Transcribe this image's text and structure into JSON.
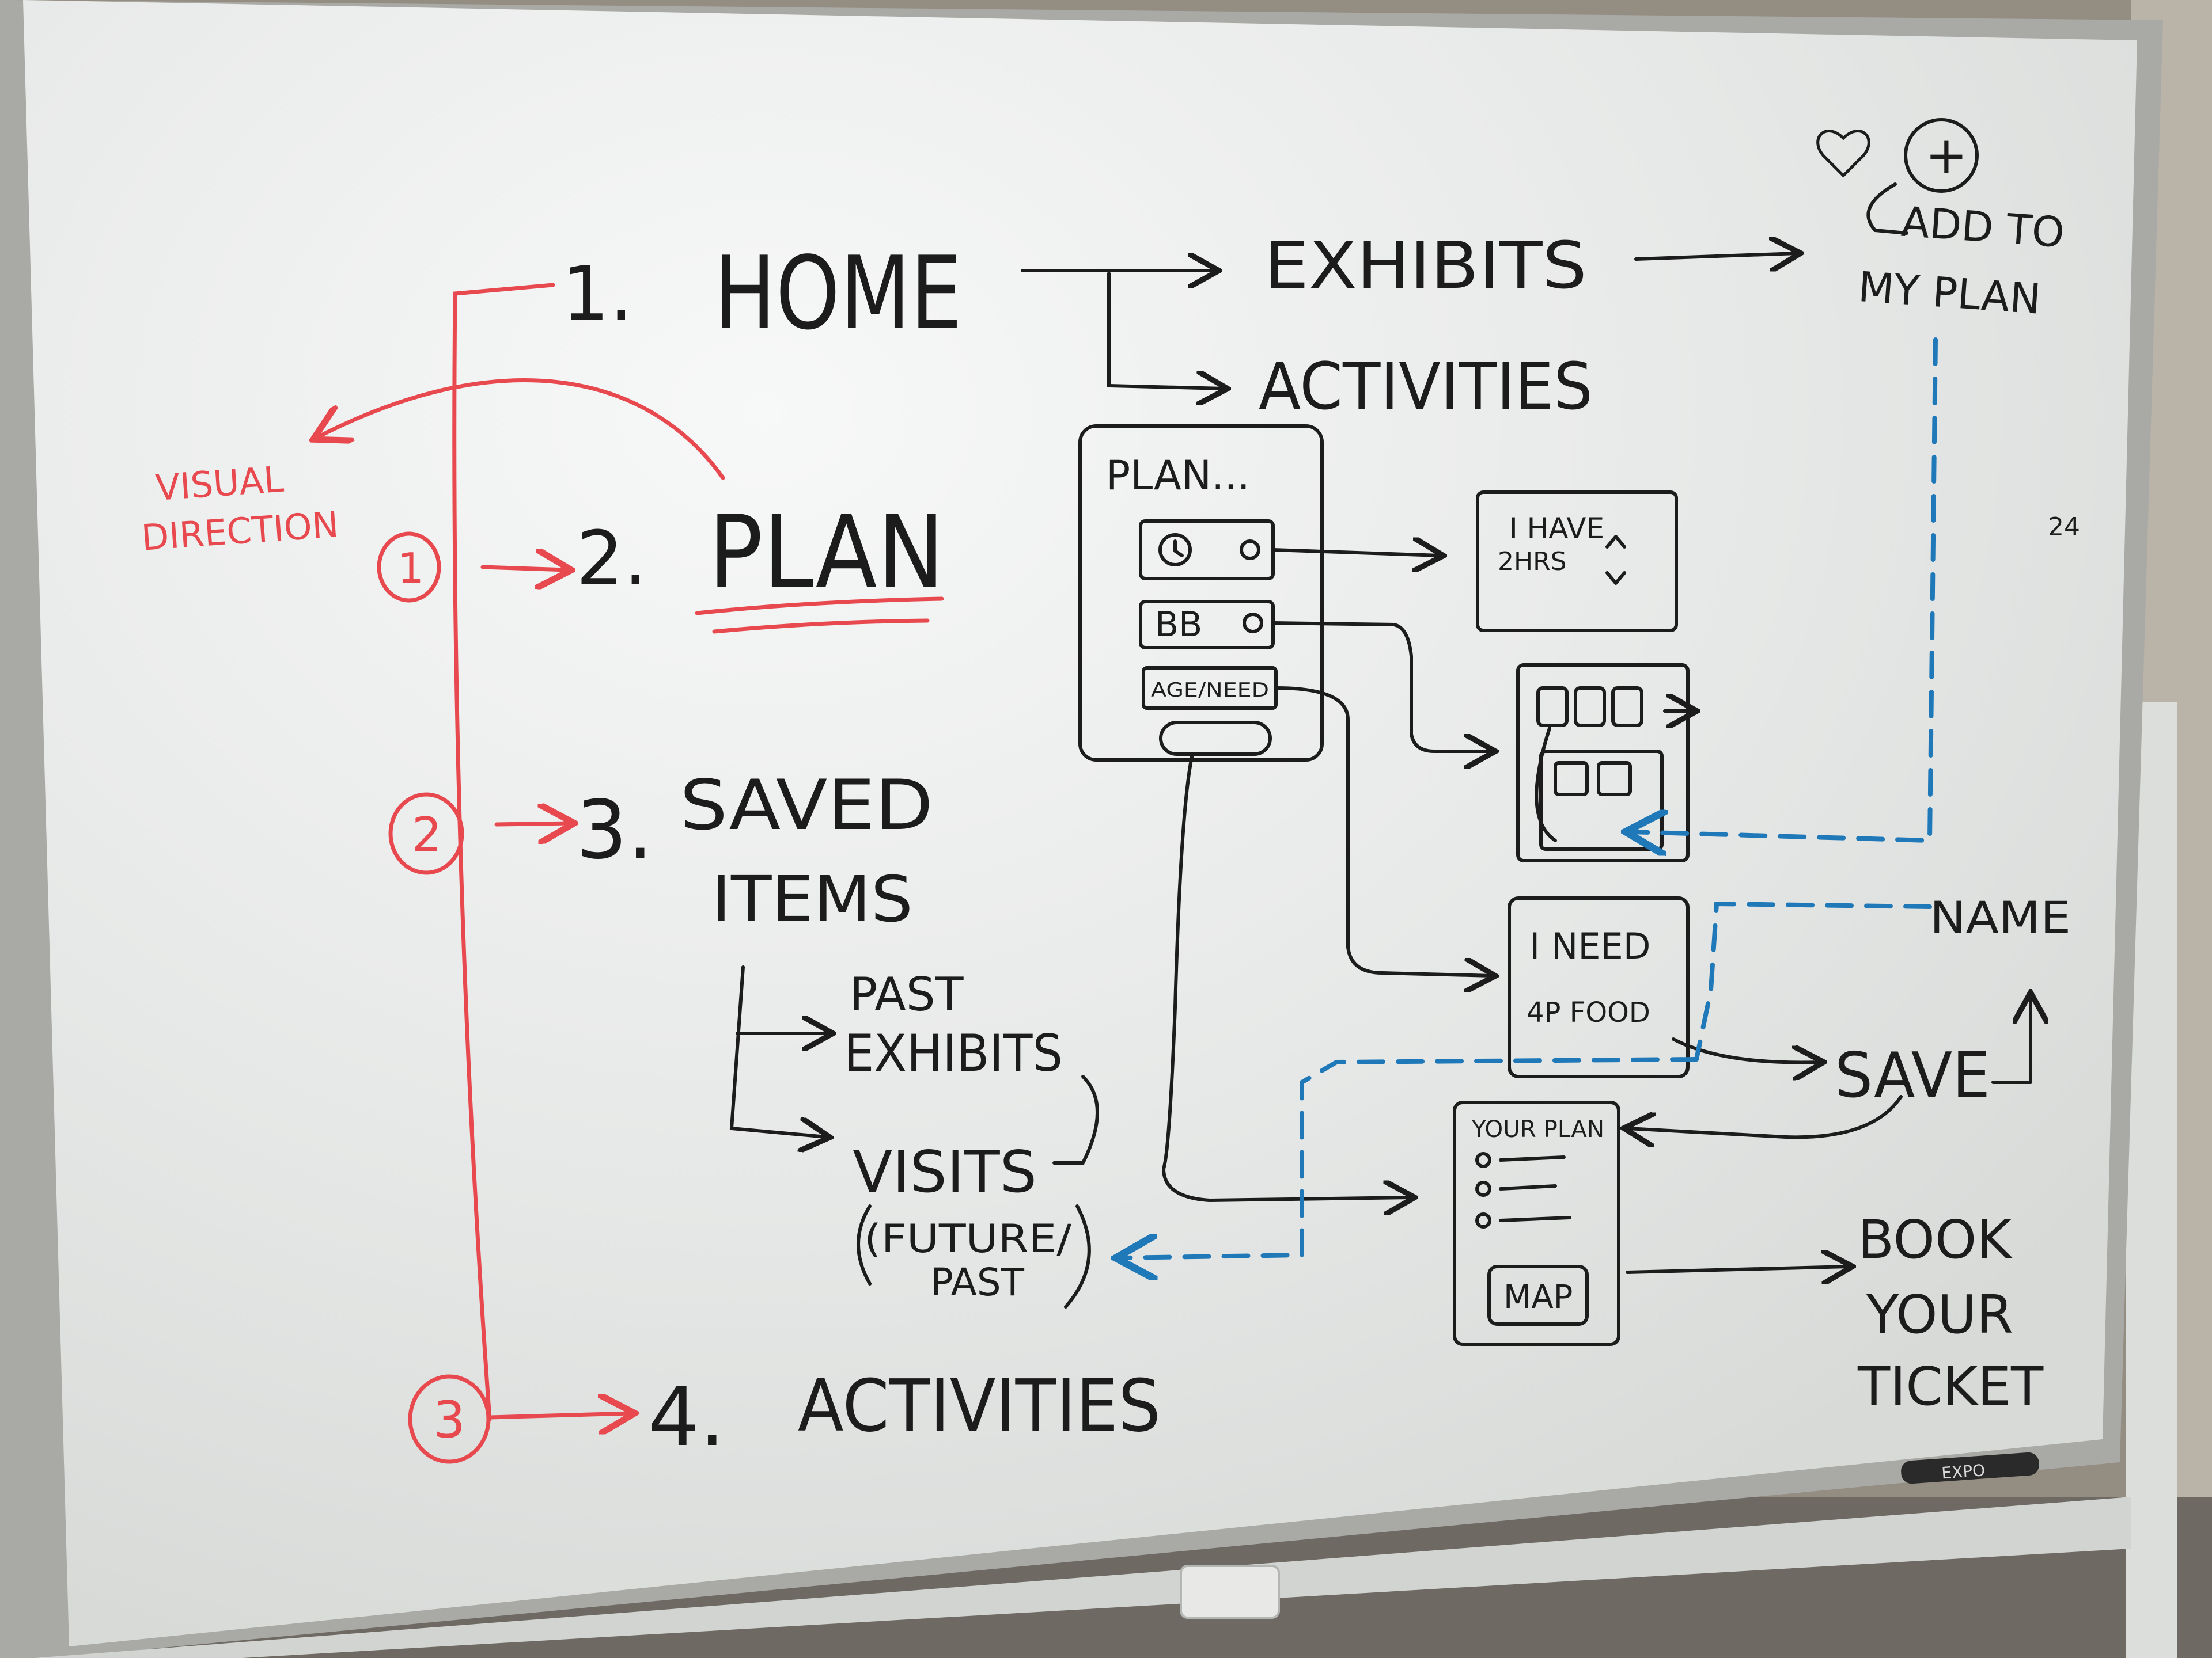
{
  "colors": {
    "ink_black": "#1c1c1c",
    "ink_red": "#e8494f",
    "ink_blue": "#1f79b8",
    "board": "#e9ebea",
    "frame": "#a9aaa6"
  },
  "menu": {
    "home": {
      "num": "1.",
      "label": "HOME"
    },
    "plan": {
      "num": "2.",
      "label": "PLAN"
    },
    "saved": {
      "num": "3.",
      "label_line1": "SAVED",
      "label_line2": "ITEMS"
    },
    "activities": {
      "num": "4.",
      "label": "ACTIVITIES"
    }
  },
  "home_branches": {
    "exhibits": "EXHIBITS",
    "activities": "ACTIVITIES"
  },
  "add_to_plan": {
    "line1": "ADD TO",
    "line2": "MY PLAN",
    "plus": "+"
  },
  "visual_direction": {
    "line1": "VISUAL",
    "line2": "DIRECTION"
  },
  "steps": [
    "1",
    "2",
    "3"
  ],
  "saved_branches": {
    "past_line1": "PAST",
    "past_line2": "EXHIBITS",
    "visits": "VISITS",
    "visits_note1": "(FUTURE/",
    "visits_note2": "PAST"
  },
  "plan_card": {
    "title": "PLAN...",
    "row_time": "",
    "row_bb": "BB",
    "row_age": "AGE/NEED"
  },
  "time_card": {
    "line1": "I HAVE",
    "line2": "2HRS"
  },
  "need_card": {
    "line1": "I NEED",
    "line2": "4P FOOD"
  },
  "your_plan": {
    "title": "YOUR PLAN",
    "map": "MAP"
  },
  "actions": {
    "save": "SAVE",
    "name": "NAME",
    "book_line1": "BOOK",
    "book_line2": "YOUR",
    "book_line3": "TICKET"
  },
  "marker_brand": "EXPO",
  "corner_mark": "24"
}
